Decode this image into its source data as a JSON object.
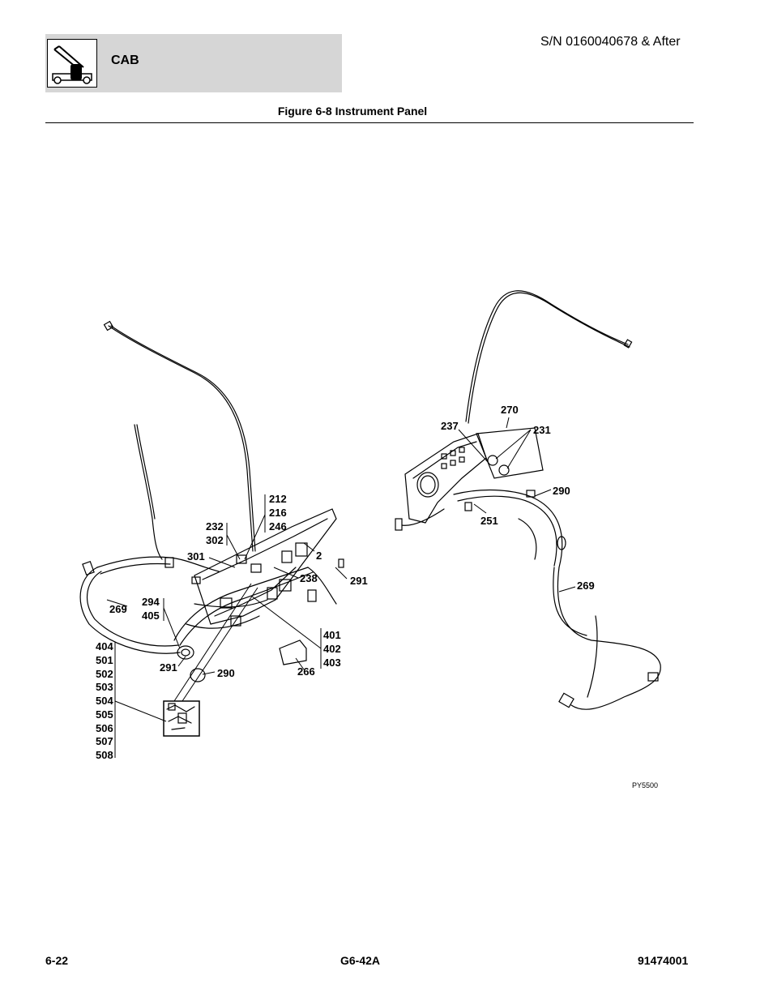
{
  "header": {
    "section": "CAB",
    "serial": "S/N 0160040678 & After",
    "icon": "machine-cab-icon"
  },
  "figure": {
    "title": "Figure 6-8 Instrument Panel",
    "code": "PY5500",
    "callouts": {
      "c212": "212",
      "c216": "216",
      "c246": "246",
      "c232": "232",
      "c302": "302",
      "c301": "301",
      "c2": "2",
      "c238": "238",
      "c291a": "291",
      "c294": "294",
      "c405": "405",
      "c269a": "269",
      "c404": "404",
      "c501": "501",
      "c502": "502",
      "c503": "503",
      "c504": "504",
      "c505": "505",
      "c506": "506",
      "c507": "507",
      "c508": "508",
      "c291b": "291",
      "c290a": "290",
      "c266": "266",
      "c401": "401",
      "c402": "402",
      "c403": "403",
      "c270": "270",
      "c237": "237",
      "c231": "231",
      "c290b": "290",
      "c251": "251",
      "c269b": "269"
    }
  },
  "footer": {
    "page": "6-22",
    "model": "G6-42A",
    "doc_number": "91474001"
  }
}
